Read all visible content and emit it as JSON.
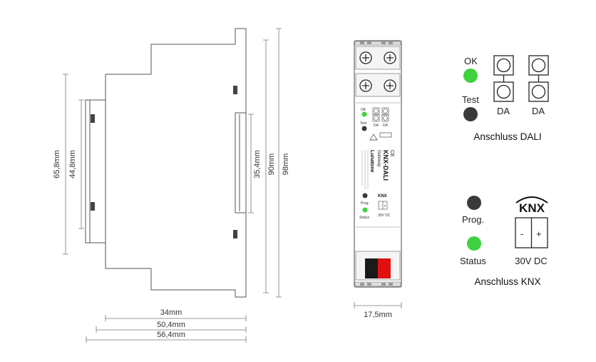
{
  "side_view": {
    "dim_height_outer": "98mm",
    "dim_height_body": "90mm",
    "dim_height_front": "65,8mm",
    "dim_height_inner": "44,8mm",
    "dim_height_rail": "35,4mm",
    "dim_depth_34": "34mm",
    "dim_depth_50": "50,4mm",
    "dim_depth_56": "56,4mm"
  },
  "front_view": {
    "width_dim": "17,5mm",
    "product_name": "KNX-DALI",
    "product_sub": "Gateway",
    "brand": "Lunatone",
    "ok_label": "OK",
    "test_label": "Test",
    "da_label_1": "DA",
    "da_label_2": "DA",
    "prog_label": "Prog.",
    "status_label": "Status",
    "knx_logo": "KNX",
    "voltage_label": "30V DC",
    "minus": "-",
    "plus": "+"
  },
  "dali_legend": {
    "ok_label": "OK",
    "test_label": "Test",
    "da_label_1": "DA",
    "da_label_2": "DA",
    "caption": "Anschluss DALI"
  },
  "knx_legend": {
    "prog_label": "Prog.",
    "status_label": "Status",
    "knx_logo": "KNX",
    "minus": "-",
    "plus": "+",
    "voltage_label": "30V DC",
    "caption": "Anschluss KNX"
  },
  "colors": {
    "led_green": "#3fd23f",
    "led_dark": "#3a3a3a",
    "terminal_red": "#e01010",
    "terminal_black": "#1a1a1a",
    "line": "#555555"
  }
}
